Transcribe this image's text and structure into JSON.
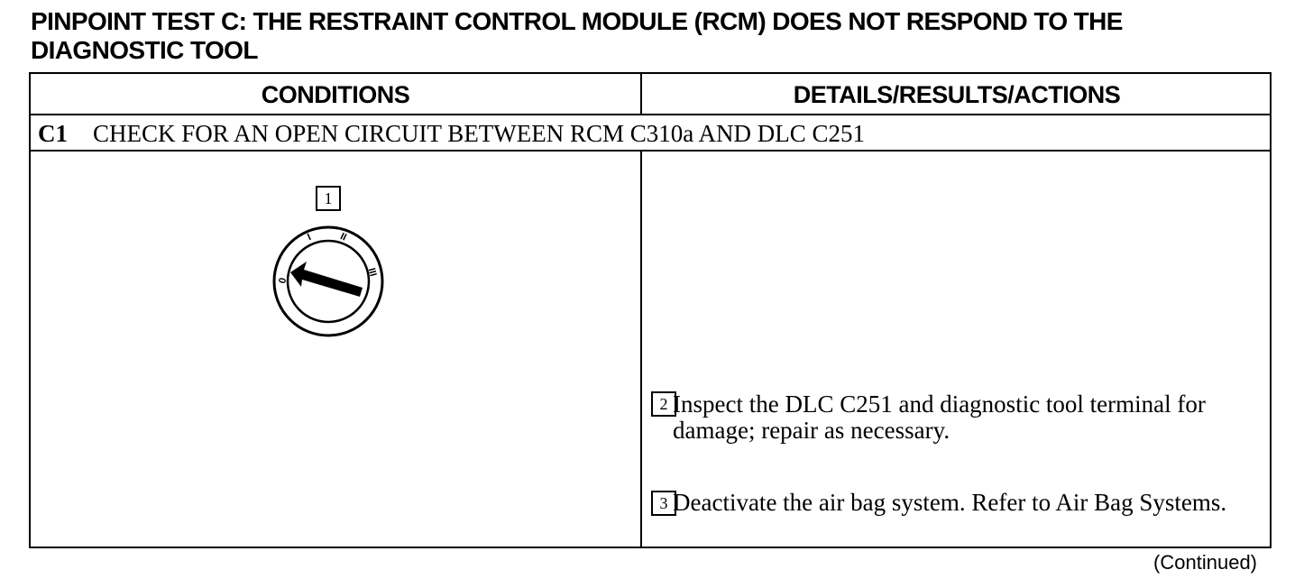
{
  "title": {
    "line1": "PINPOINT TEST C:  THE RESTRAINT CONTROL MODULE (RCM) DOES NOT RESPOND TO THE",
    "line2": "DIAGNOSTIC TOOL"
  },
  "table": {
    "headers": {
      "conditions": "CONDITIONS",
      "details": "DETAILS/RESULTS/ACTIONS"
    },
    "step": {
      "number": "C1",
      "title": "CHECK FOR AN OPEN CIRCUIT BETWEEN RCM C310a AND DLC C251"
    },
    "illustration": {
      "callout": "1",
      "icon": "ignition-switch-icon",
      "positions": [
        "0",
        "I",
        "II",
        "III"
      ]
    },
    "instructions": [
      {
        "callout": "2",
        "text": "Inspect the DLC C251 and diagnostic tool terminal for damage; repair as necessary."
      },
      {
        "callout": "3",
        "text": "Deactivate the air bag system. Refer to Air Bag Systems."
      }
    ]
  },
  "footer": {
    "continued": "(Continued)"
  }
}
